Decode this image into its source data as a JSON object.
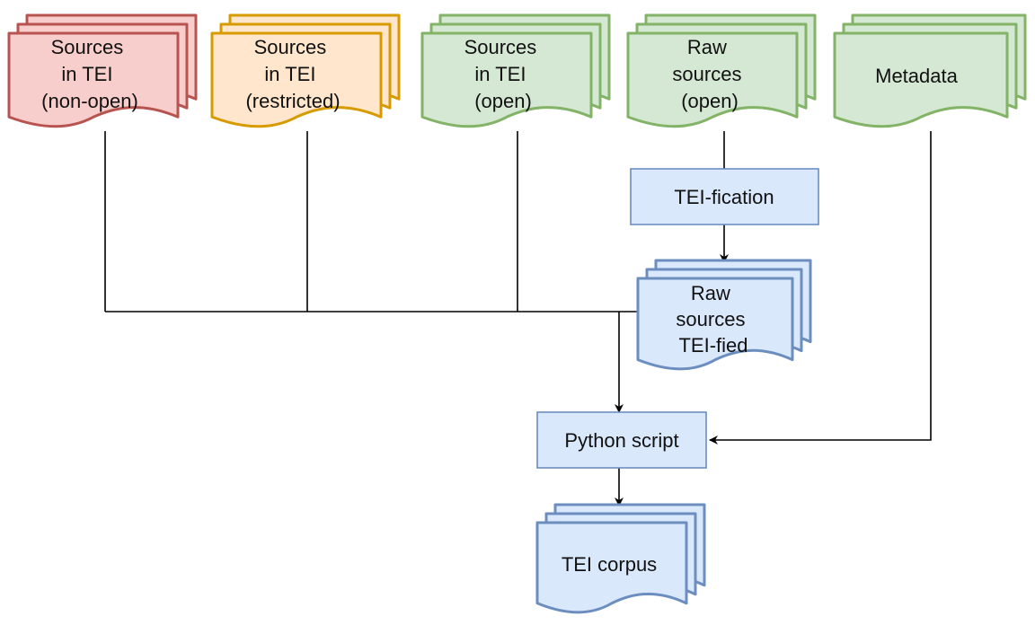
{
  "colors": {
    "red_fill": "#f8cecc",
    "red_stroke": "#b85450",
    "orange_fill": "#ffe6cc",
    "orange_stroke": "#d79b00",
    "green_fill": "#d5e8d4",
    "green_stroke": "#82b366",
    "blue_fill": "#dae8fc",
    "blue_stroke": "#6c8ebf"
  },
  "nodes": {
    "sources_nonopen": {
      "lines": [
        "Sources",
        "in TEI",
        "(non-open)"
      ]
    },
    "sources_restricted": {
      "lines": [
        "Sources",
        "in TEI",
        "(restricted)"
      ]
    },
    "sources_open": {
      "lines": [
        "Sources",
        "in TEI",
        "(open)"
      ]
    },
    "raw_sources": {
      "lines": [
        "Raw",
        "sources",
        "(open)"
      ]
    },
    "metadata": {
      "lines": [
        "Metadata"
      ]
    },
    "tei_fication": {
      "label": "TEI-fication"
    },
    "raw_tei_fied": {
      "lines": [
        "Raw",
        "sources",
        "TEI-fied"
      ]
    },
    "python_script": {
      "label": "Python script"
    },
    "tei_corpus": {
      "lines": [
        "TEI corpus"
      ]
    }
  }
}
